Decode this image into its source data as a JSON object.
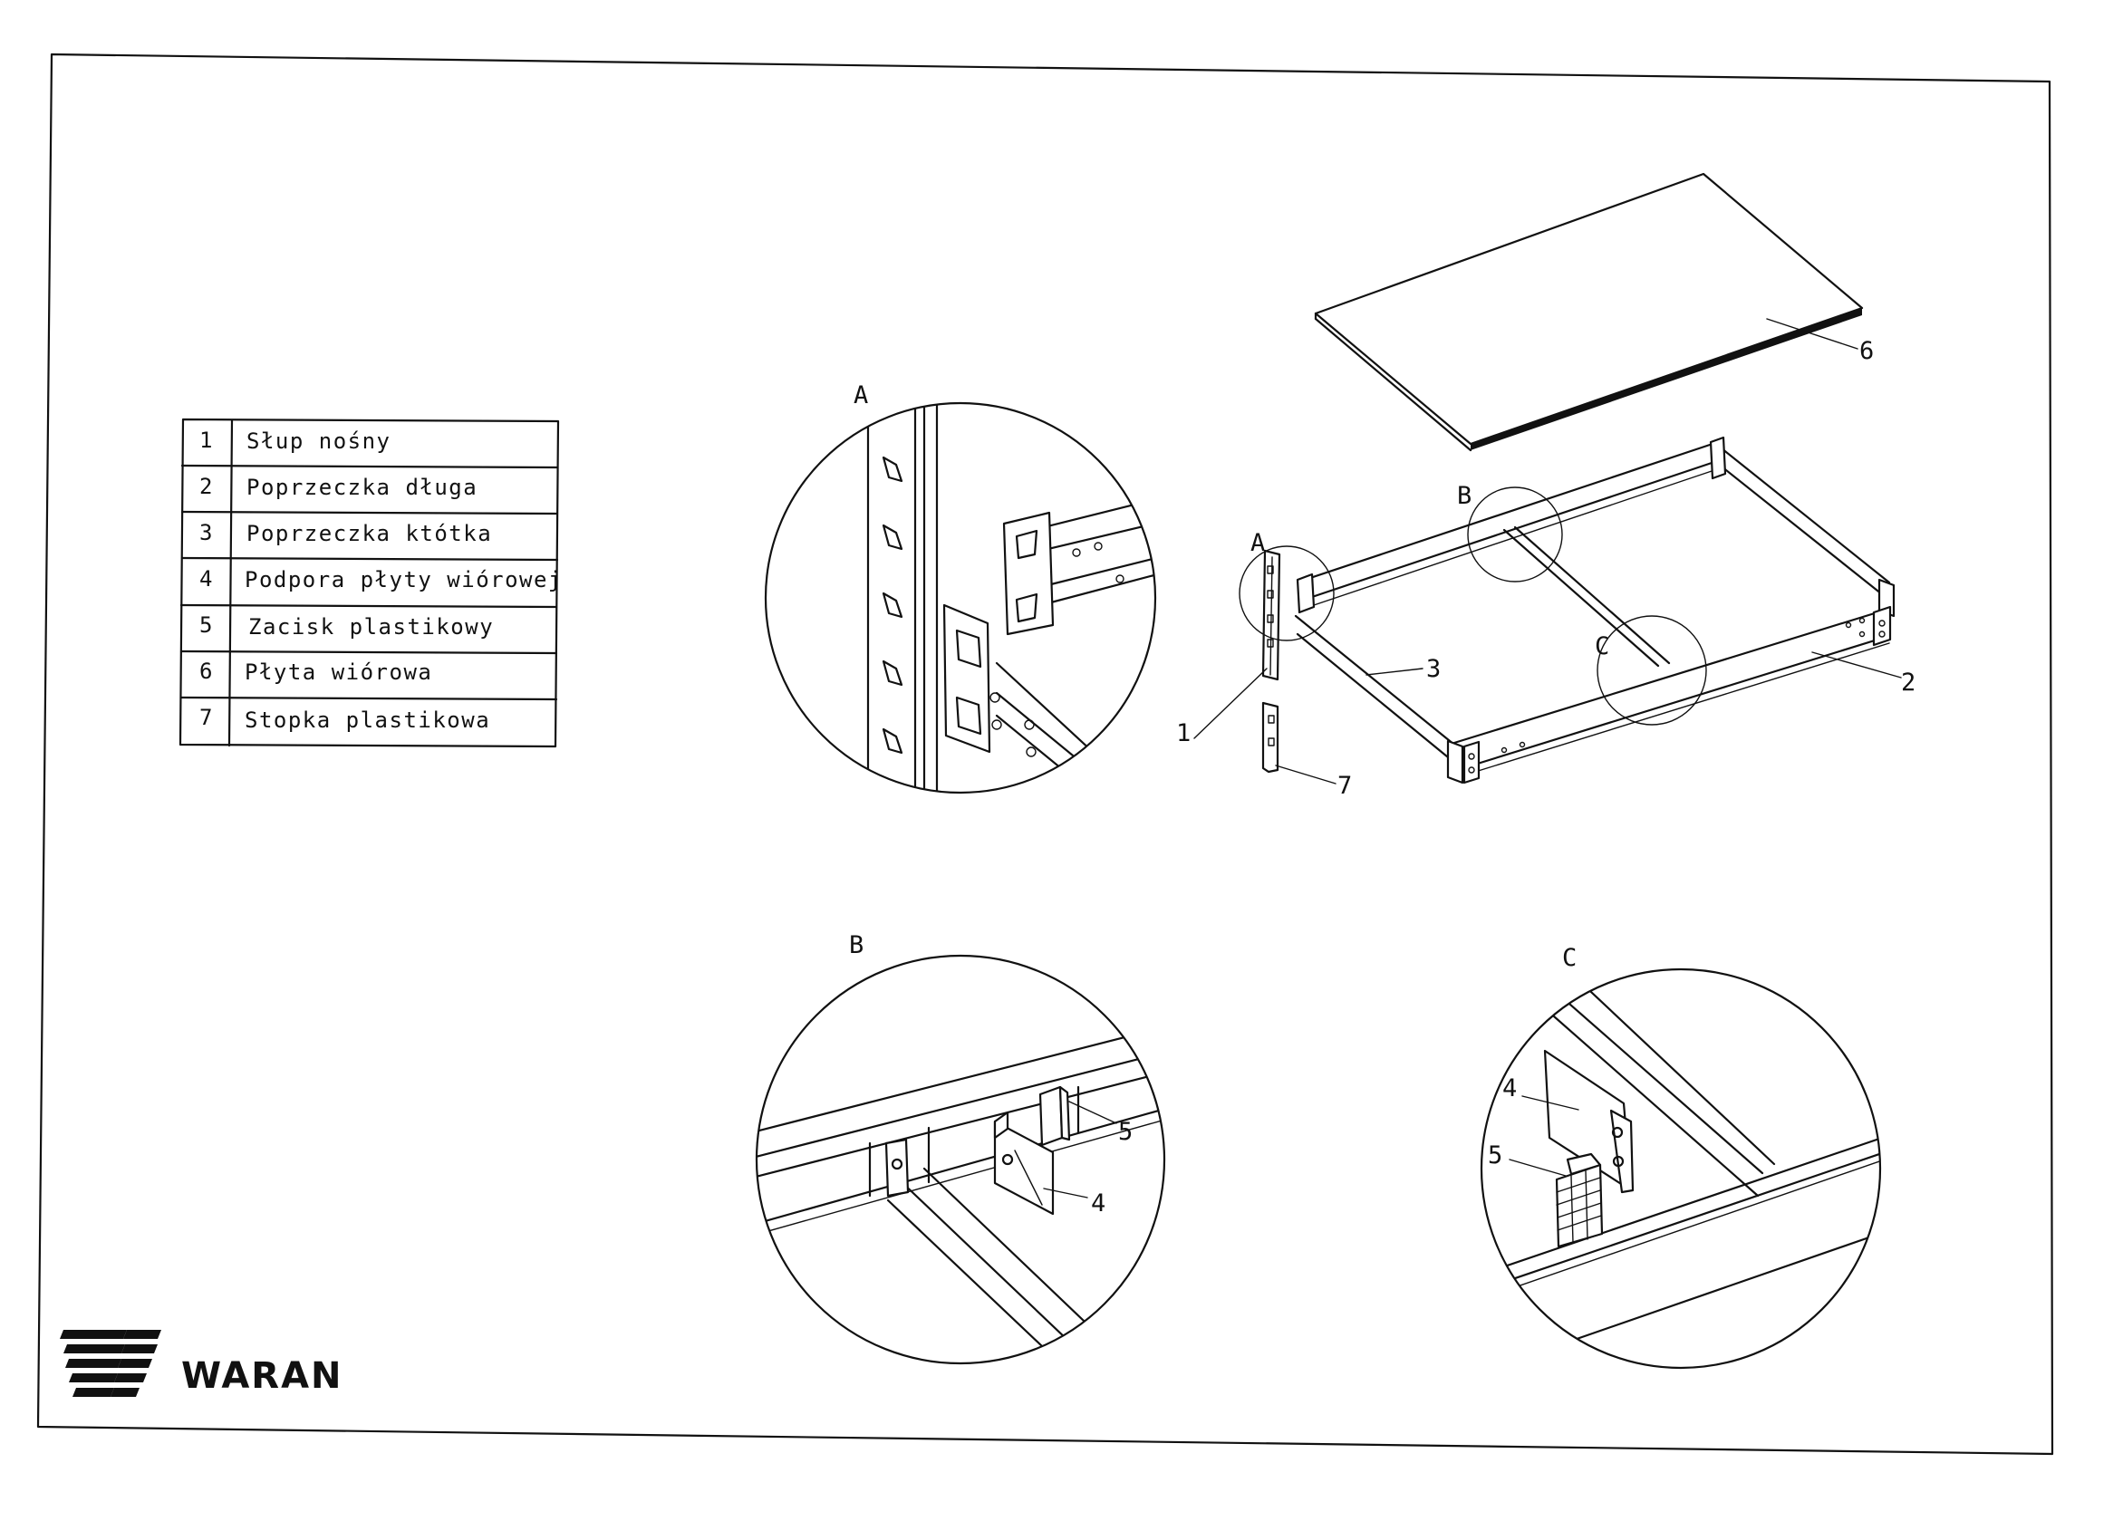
{
  "parts_table": {
    "rows": [
      {
        "num": "1",
        "name": "Słup nośny"
      },
      {
        "num": "2",
        "name": "Poprzeczka długa"
      },
      {
        "num": "3",
        "name": "Poprzeczka któtka"
      },
      {
        "num": "4",
        "name": "Podpora płyty wiórowej"
      },
      {
        "num": "5",
        "name": "Zacisk plastikowy"
      },
      {
        "num": "6",
        "name": "Płyta wiórowa"
      },
      {
        "num": "7",
        "name": "Stopka plastikowa"
      }
    ]
  },
  "detail_views": {
    "a": {
      "title": "A"
    },
    "b": {
      "title": "B",
      "callouts": [
        "5",
        "4"
      ]
    },
    "c": {
      "title": "C",
      "callouts": [
        "4",
        "5"
      ]
    }
  },
  "main_assembly": {
    "detail_markers": [
      "A",
      "B",
      "C"
    ],
    "callouts": [
      "1",
      "2",
      "3",
      "6",
      "7"
    ]
  },
  "brand": {
    "name": "WARAN"
  }
}
